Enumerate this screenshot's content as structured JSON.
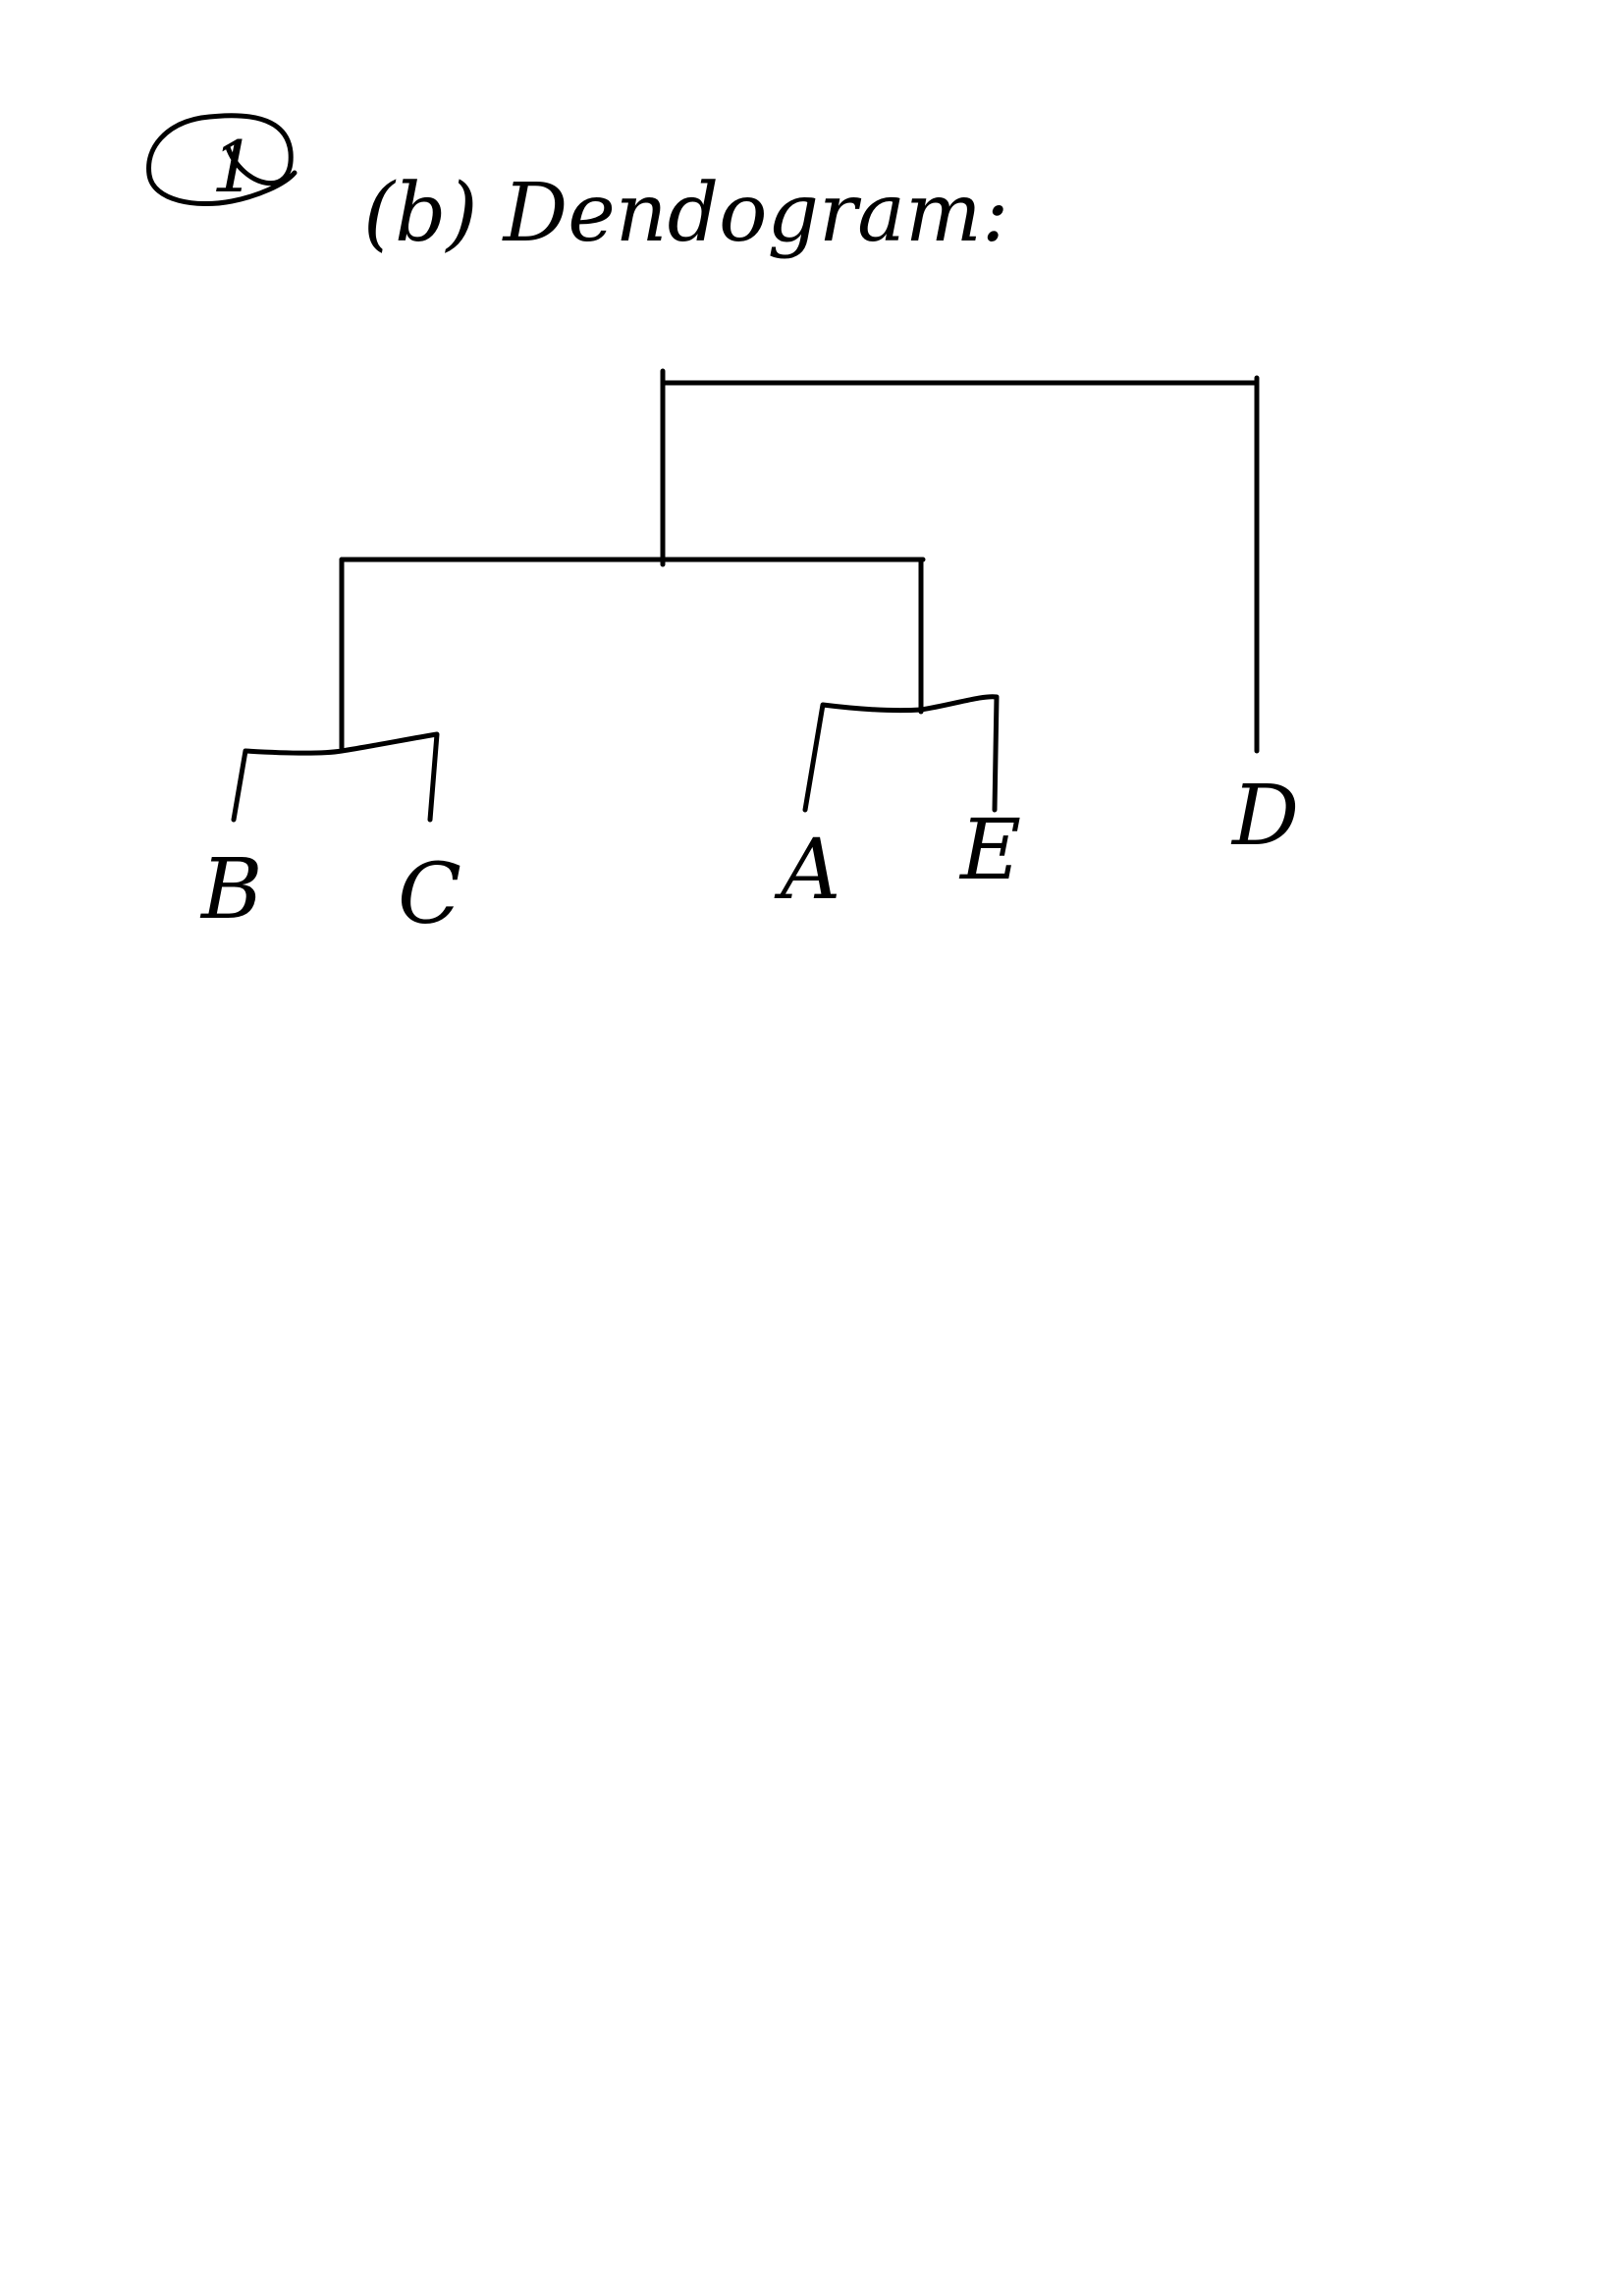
{
  "header": {
    "number": "1",
    "title": "(b) Dendogram:"
  },
  "dendrogram": {
    "leaves": [
      "B",
      "C",
      "A",
      "E",
      "D"
    ],
    "merges": [
      {
        "id": "bc",
        "children": [
          "B",
          "C"
        ]
      },
      {
        "id": "ae",
        "children": [
          "A",
          "E"
        ]
      },
      {
        "id": "bcae",
        "children": [
          "bc",
          "ae"
        ]
      },
      {
        "id": "root",
        "children": [
          "bcae",
          "D"
        ]
      }
    ]
  },
  "style": {
    "ink_color": "#000000",
    "paper_color": "#ffffff"
  }
}
